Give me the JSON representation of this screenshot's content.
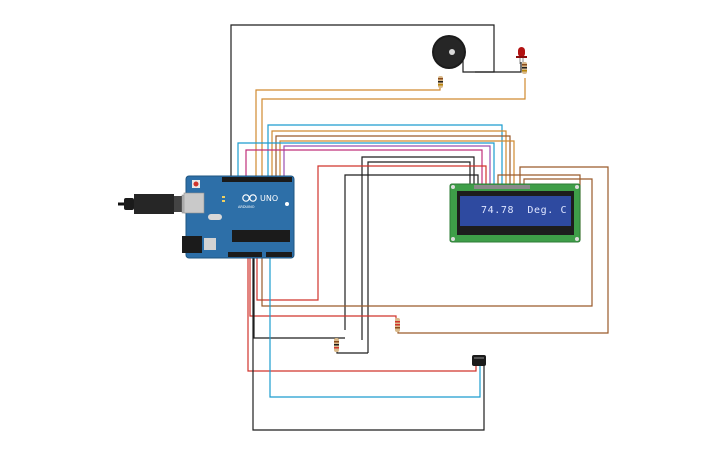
{
  "board": {
    "model_label": "UNO",
    "brand_label": "ARDUINO"
  },
  "lcd": {
    "display_text": "74.78  Deg. C"
  },
  "colors": {
    "board_blue": "#2d6fa8",
    "lcd_green": "#3e9e48",
    "lcd_screen": "#2e4aa0",
    "wire_black": "#1f1f1f",
    "wire_red": "#d0342c",
    "wire_orange": "#d08a30",
    "wire_brown": "#9a5a2a",
    "wire_cyan": "#1c9ccf",
    "wire_purple": "#9b4fb0",
    "wire_pink": "#c0307a"
  }
}
